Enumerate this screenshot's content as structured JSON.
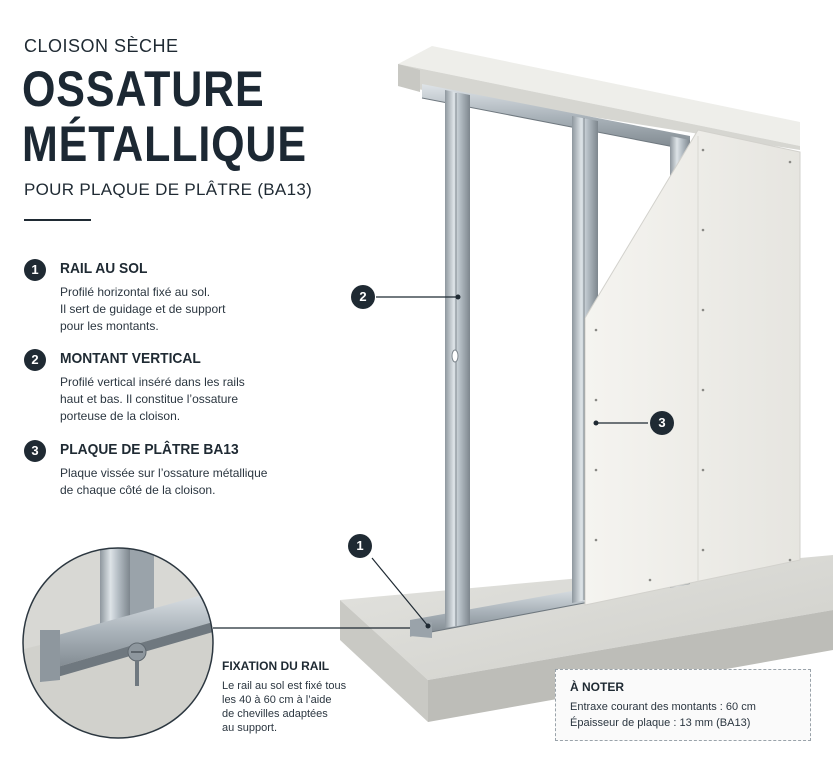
{
  "header": {
    "kicker": "CLOISON SÈCHE",
    "title_line1": "OSSATURE",
    "title_line2": "MÉTALLIQUE",
    "subtitle": "POUR PLAQUE DE PLÂTRE (BA13)"
  },
  "items": [
    {
      "number": "1",
      "title": "RAIL AU SOL",
      "lines": [
        "Profilé horizontal fixé au sol.",
        "Il sert de guidage et de support",
        "pour les montants."
      ]
    },
    {
      "number": "2",
      "title": "MONTANT VERTICAL",
      "lines": [
        "Profilé vertical inséré dans les rails",
        "haut et bas. Il constitue l’ossature",
        "porteuse de la cloison."
      ]
    },
    {
      "number": "3",
      "title": "PLAQUE DE PLÂTRE BA13",
      "lines": [
        "Plaque vissée sur l’ossature métallique",
        "de chaque côté de la cloison."
      ]
    }
  ],
  "callouts": {
    "c1": "1",
    "c2": "2",
    "c3": "3"
  },
  "fixation": {
    "title": "FIXATION DU RAIL",
    "lines": [
      "Le rail au sol est fixé tous",
      "les 40 à 60 cm à l’aide",
      "de chevilles adaptées",
      "au support."
    ]
  },
  "note": {
    "title": "À NOTER",
    "line1": "Entraxe courant des montants : 60 cm",
    "line2": "Épaisseur de plaque : 13 mm (BA13)"
  },
  "colors": {
    "navy": "#1f2a33",
    "steel": "#b7c0c7",
    "concrete": "#dcdcd8",
    "plasterboard": "#f3f2ee"
  }
}
